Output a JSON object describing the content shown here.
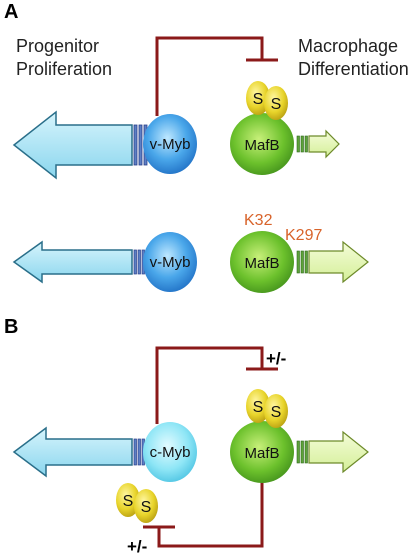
{
  "panels": {
    "a": "A",
    "b": "B"
  },
  "labels": {
    "progenitor_line1": "Progenitor",
    "progenitor_line2": "Proliferation",
    "macrophage_line1": "Macrophage",
    "macrophage_line2": "Differentiation"
  },
  "nodes": {
    "vmyb": "v-Myb",
    "cmyb": "c-Myb",
    "mafb": "MafB"
  },
  "modifications": {
    "sumo": "S",
    "site1": "K32",
    "site2": "K297"
  },
  "regulation": {
    "partial": "+/-"
  },
  "colors": {
    "inhibition_line": "#8b1a1a",
    "myb_blue": "#3a8fe0",
    "cmyb_light": "#7fe0f0",
    "mafb_green": "#6abf2a",
    "sumo_yellow": "#e6d21e",
    "site_orange": "#d8632a",
    "arrow_blue": "#a8e4f4",
    "arrow_green": "#e6f7b0"
  }
}
